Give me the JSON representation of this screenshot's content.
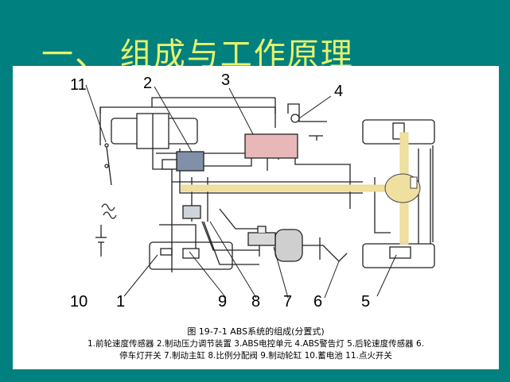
{
  "slide": {
    "title": "一、 组成与工作原理"
  },
  "diagram": {
    "part_numbers": [
      "1",
      "2",
      "3",
      "4",
      "5",
      "6",
      "7",
      "8",
      "9",
      "10",
      "11"
    ],
    "figure_caption": "图 19-7-1 ABS系统的组成(分置式)",
    "legend": [
      "1.前轮速度传感器",
      "2.制动压力调节装置",
      "3.ABS电控单元",
      "4.ABS警告灯",
      "5.后轮速度传感器",
      "6.",
      "停车灯开关",
      "7.制动主缸",
      "8.比例分配阀",
      "9.制动轮缸",
      "10.蓄电池",
      "11.点火开关"
    ],
    "colors": {
      "background": "#00807f",
      "title": "#e6f36a",
      "ecu": "#e8b8b8",
      "axle": "#f0e0a0",
      "modulator": "#8090a8"
    }
  }
}
